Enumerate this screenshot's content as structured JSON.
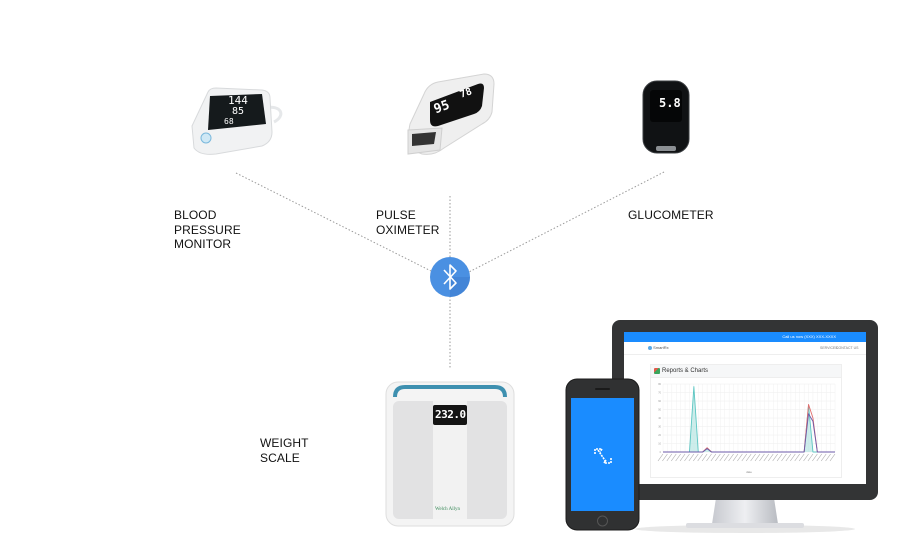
{
  "hub": {
    "icon": "bluetooth-icon",
    "color": "#4a90e2"
  },
  "devices": [
    {
      "id": "bp",
      "label_lines": [
        "BLOOD",
        "PRESSURE",
        "MONITOR"
      ],
      "display": [
        "144",
        "85",
        "68"
      ]
    },
    {
      "id": "oximeter",
      "label_lines": [
        "PULSE",
        "OXIMETER"
      ],
      "display": [
        "95",
        "78"
      ]
    },
    {
      "id": "glucometer",
      "label_lines": [
        "GLUCOMETER"
      ],
      "display": [
        "5.8"
      ]
    },
    {
      "id": "scale",
      "label_lines": [
        "WEIGHT",
        "SCALE"
      ],
      "display": [
        "232.0"
      ],
      "brand": "Welch Allyn"
    }
  ],
  "phone": {
    "screen_color": "#1a8cff",
    "icon": "sync-logo-icon"
  },
  "monitor": {
    "topbar_text": "Call us now (XXX) XXX-XXXX",
    "topbar_color": "#1a8cff",
    "brand": "SmartRx",
    "nav": [
      "SERVICES",
      "CONTACT US"
    ],
    "report_title": "Reports & Charts",
    "footer_label": "date"
  },
  "chart_data": {
    "type": "area",
    "title": "Reports & Charts",
    "xlabel": "date",
    "ylabel": "",
    "ylim": [
      0,
      80
    ],
    "yticks": [
      0,
      10,
      20,
      30,
      40,
      50,
      60,
      70,
      80
    ],
    "grid": true,
    "x_count": 40,
    "series": [
      {
        "name": "series-teal",
        "color": "#5cc6c2",
        "fill": "#b8e6e3",
        "values": [
          0,
          0,
          0,
          0,
          0,
          0,
          0,
          77,
          0,
          0,
          4,
          0,
          0,
          0,
          0,
          0,
          0,
          0,
          0,
          0,
          0,
          0,
          0,
          0,
          0,
          0,
          0,
          0,
          0,
          0,
          0,
          0,
          0,
          55,
          0,
          0,
          0,
          0,
          0,
          0
        ]
      },
      {
        "name": "series-red",
        "color": "#e06c6c",
        "fill": "none",
        "values": [
          0,
          0,
          0,
          0,
          0,
          0,
          0,
          0,
          0,
          0,
          5,
          0,
          0,
          0,
          0,
          0,
          0,
          0,
          0,
          0,
          0,
          0,
          0,
          0,
          0,
          0,
          0,
          0,
          0,
          0,
          0,
          0,
          0,
          56,
          40,
          0,
          0,
          0,
          0,
          0
        ]
      },
      {
        "name": "series-purple",
        "color": "#6b5aa8",
        "fill": "none",
        "values": [
          0,
          0,
          0,
          0,
          0,
          0,
          0,
          0,
          0,
          0,
          4,
          0,
          0,
          0,
          0,
          0,
          0,
          0,
          0,
          0,
          0,
          0,
          0,
          0,
          0,
          0,
          0,
          0,
          0,
          0,
          0,
          0,
          0,
          45,
          36,
          0,
          0,
          0,
          0,
          0
        ]
      }
    ]
  }
}
